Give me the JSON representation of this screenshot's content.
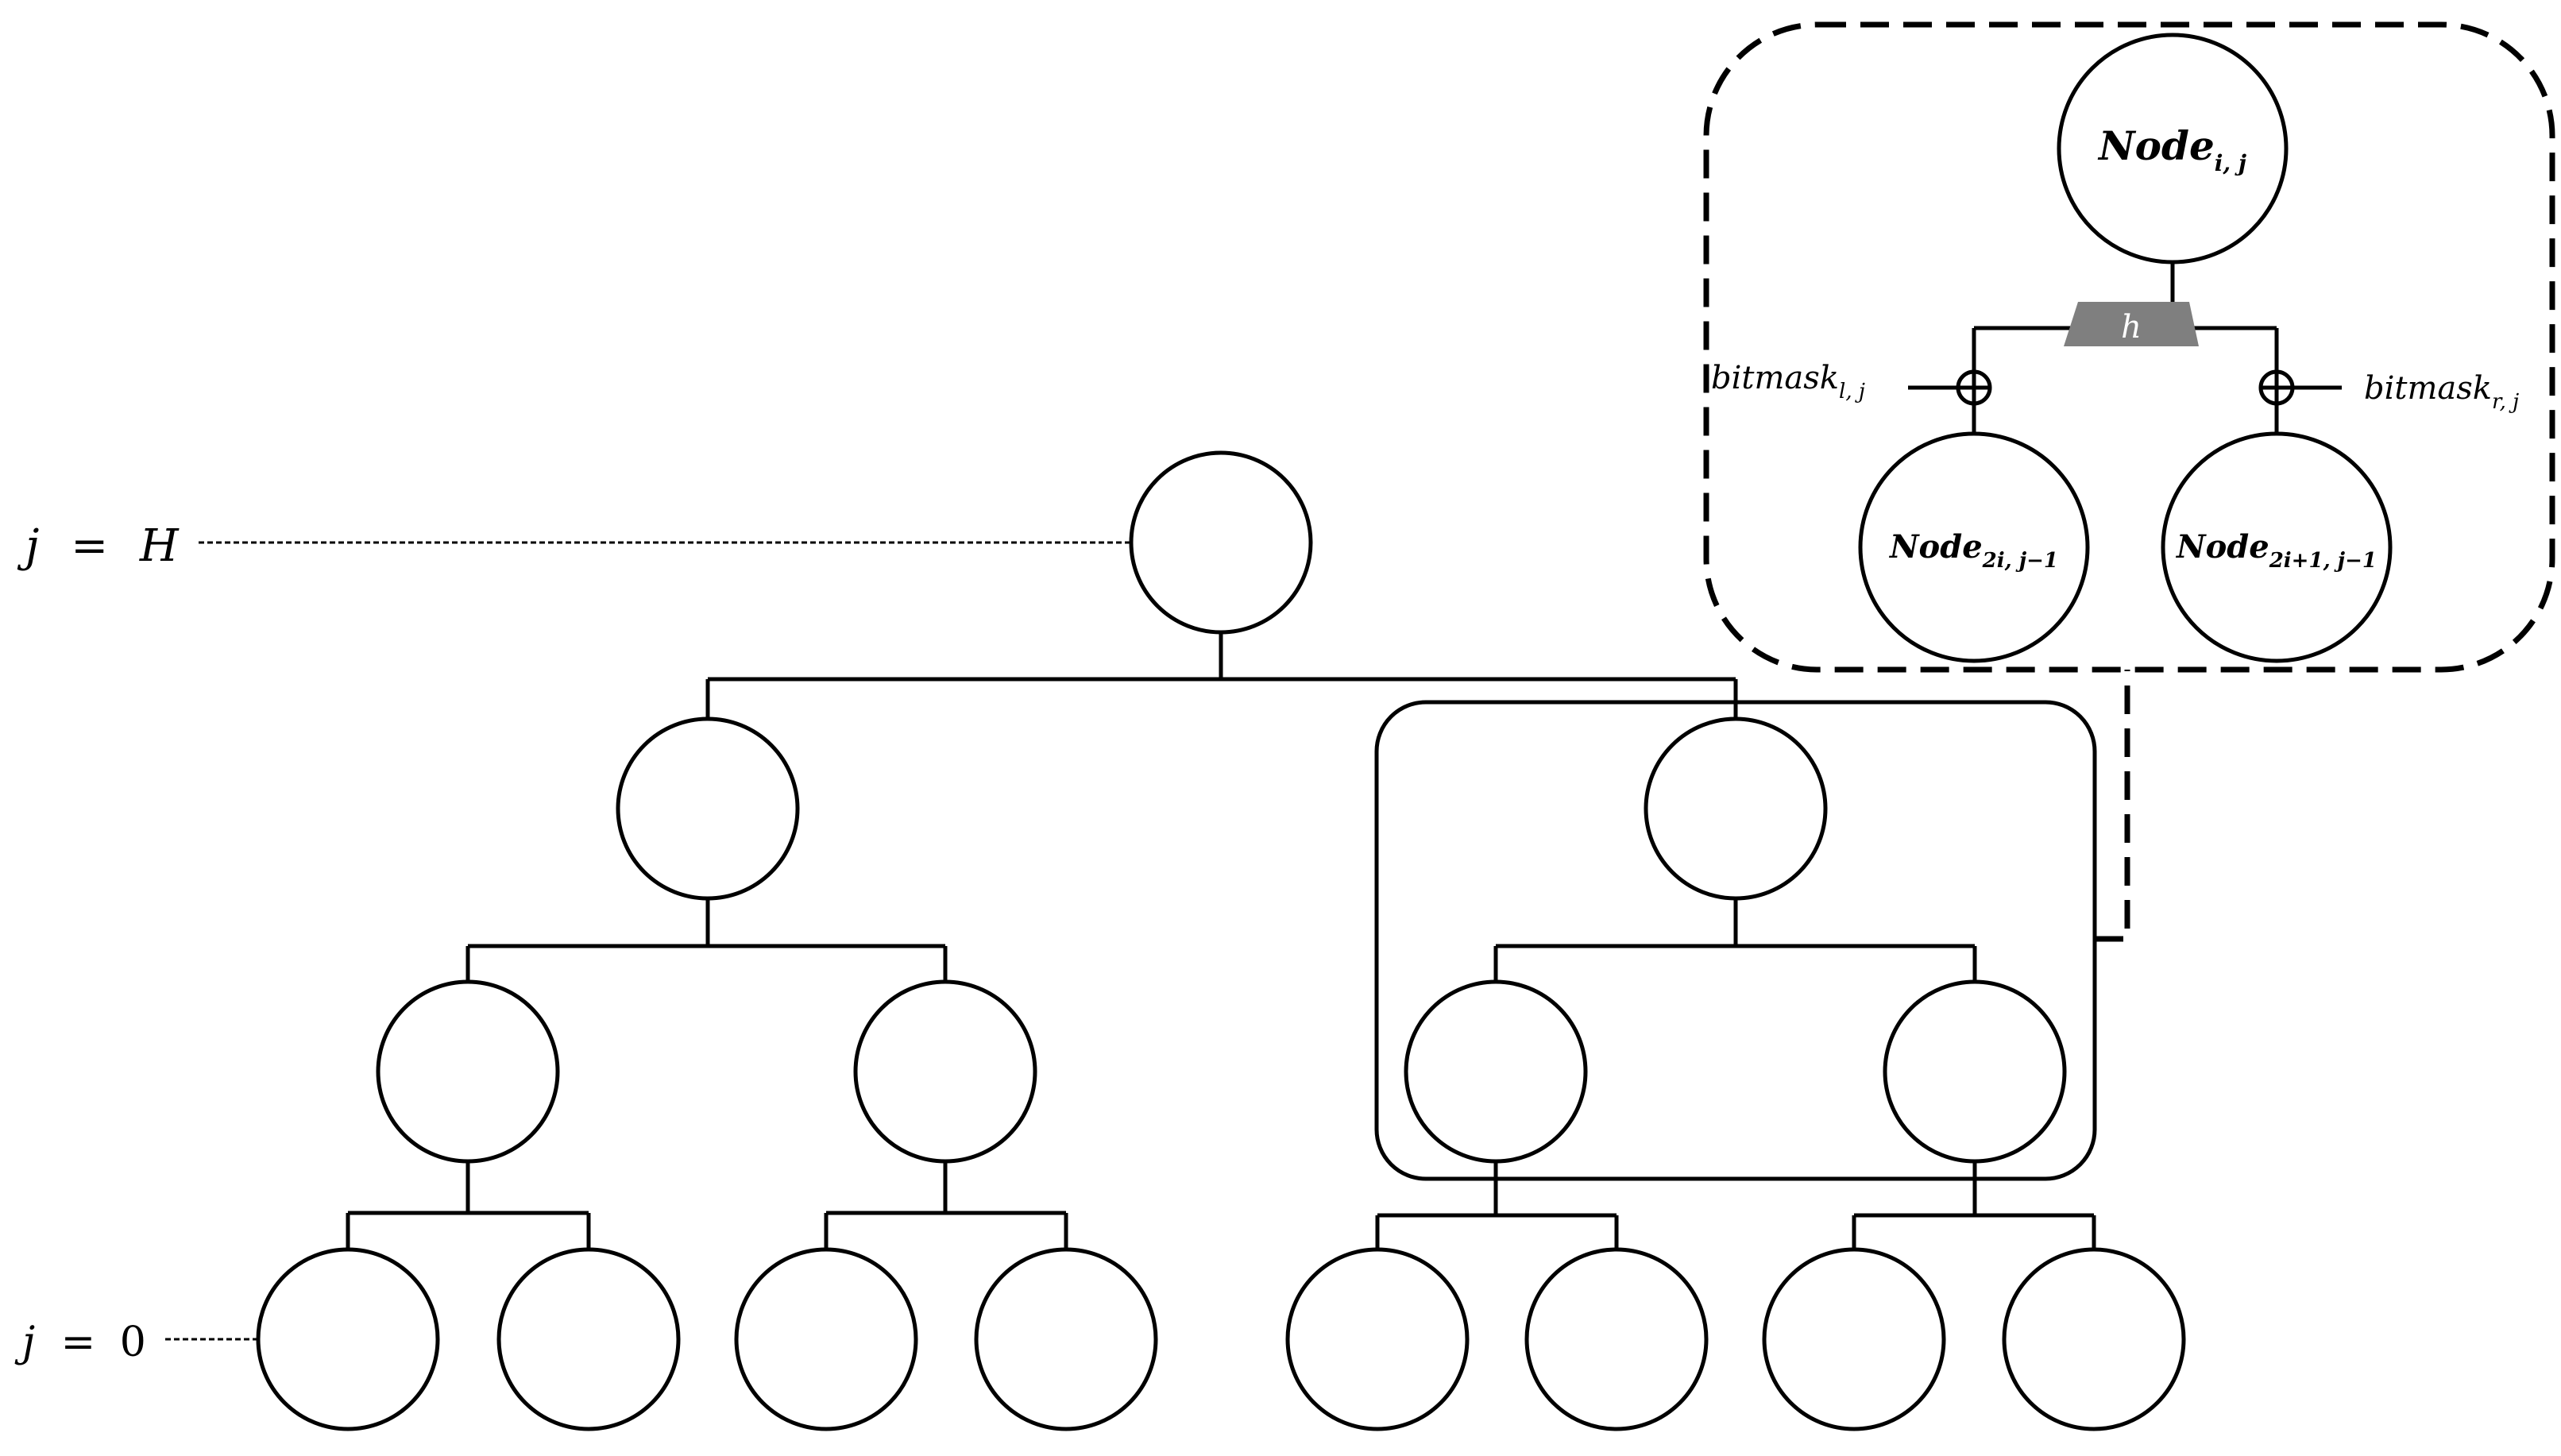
{
  "levels": {
    "top": {
      "j": "j",
      "eq": "=",
      "value": "H"
    },
    "bottom": {
      "j": "j",
      "eq": "=",
      "value": "0"
    }
  },
  "inset": {
    "parent": {
      "base": "Node",
      "sub": "i, j"
    },
    "left_child": {
      "base": "Node",
      "sub": "2i, j−1"
    },
    "right_child": {
      "base": "Node",
      "sub": "2i+1, j−1"
    },
    "hash": "h",
    "left_mask": {
      "base": "bitmask",
      "sub": "l, j"
    },
    "right_mask": {
      "base": "bitmask",
      "sub": "r, j"
    },
    "hash_color": "#7f7f7f"
  }
}
